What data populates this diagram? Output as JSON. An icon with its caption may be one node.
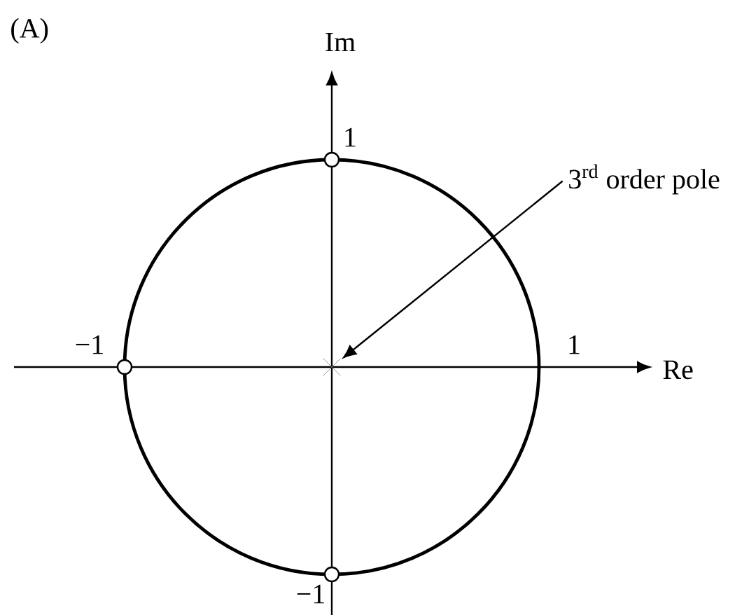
{
  "diagram": {
    "nodes": [
      {
        "text": [
          "3$^{rd}$ order pole"
        ]
      },
      {
        "text": [],
        "shape": "cross"
      }
    ],
    "edges": [
      {
        "from": 0,
        "to": 1,
        "arrow": "to"
      }
    ],
    "labels": [
      "(A)",
      "Im",
      "1",
      "−1",
      "1",
      "Re",
      "−1"
    ]
  }
}
